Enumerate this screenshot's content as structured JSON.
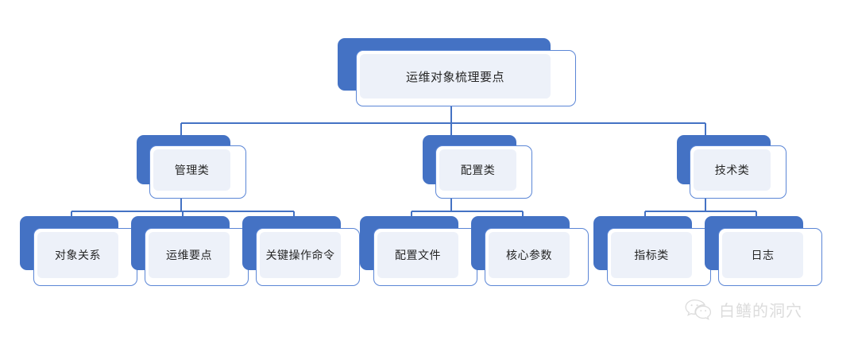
{
  "diagram": {
    "title": "运维对象梳理要点",
    "colors": {
      "shadow_blue": "#4472C4",
      "card_border": "#5B86D6",
      "card_fill": "#EDF1F9",
      "card_background": "#FFFFFF",
      "connector": "#4472C4",
      "text": "#262626",
      "page_background": "#FFFFFF",
      "watermark": "#DCDCDC"
    },
    "root": {
      "label": "运维对象梳理要点"
    },
    "branches": [
      {
        "label": "管理类",
        "children": [
          {
            "label": "对象关系"
          },
          {
            "label": "运维要点"
          },
          {
            "label": "关键操作命令"
          }
        ]
      },
      {
        "label": "配置类",
        "children": [
          {
            "label": "配置文件"
          },
          {
            "label": "核心参数"
          }
        ]
      },
      {
        "label": "技术类",
        "children": [
          {
            "label": "指标类"
          },
          {
            "label": "日志"
          }
        ]
      }
    ]
  },
  "watermark": {
    "icon": "wechat-icon",
    "text": "白鳝的洞穴"
  }
}
